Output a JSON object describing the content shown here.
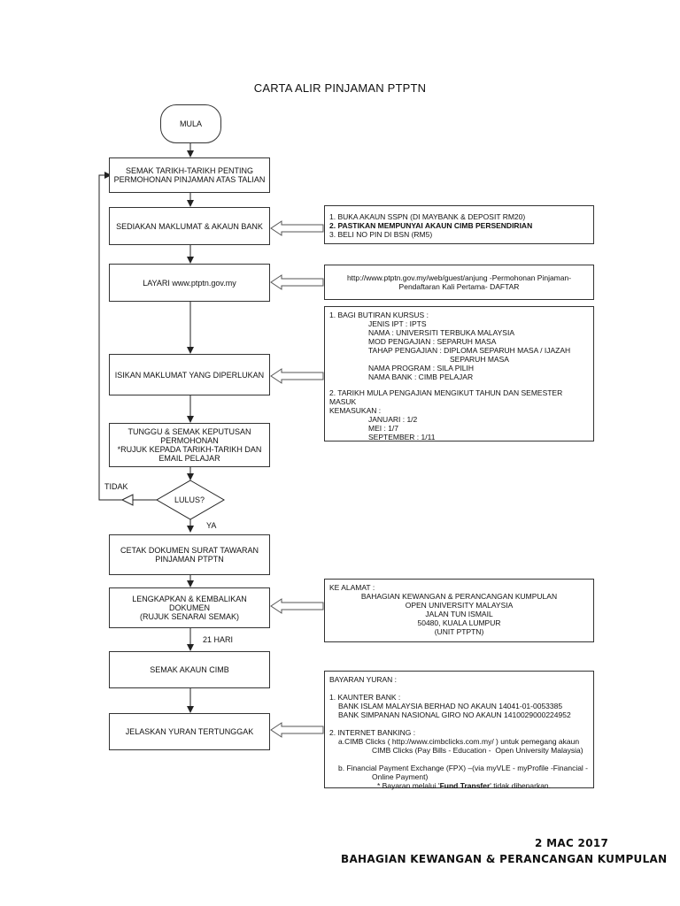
{
  "title": "CARTA ALIR PINJAMAN PTPTN",
  "start": "MULA",
  "steps": [
    [
      "SEMAK TARIKH-TARIKH PENTING",
      "PERMOHONAN PINJAMAN ATAS TALIAN"
    ],
    [
      "SEDIAKAN MAKLUMAT & AKAUN BANK"
    ],
    [
      "LAYARI www.ptptn.gov.my"
    ],
    [
      "ISIKAN MAKLUMAT YANG DIPERLUKAN"
    ],
    [
      "TUNGGU & SEMAK KEPUTUSAN",
      "PERMOHONAN",
      "*RUJUK KEPADA TARIKH-TARIKH DAN",
      "EMAIL PELAJAR"
    ],
    [
      "CETAK DOKUMEN SURAT TAWARAN",
      "PINJAMAN PTPTN"
    ],
    [
      "LENGKAPKAN & KEMBALIKAN DOKUMEN",
      "(RUJUK SENARAI SEMAK)"
    ],
    [
      "SEMAK AKAUN CIMB"
    ],
    [
      "JELASKAN YURAN TERTUNGGAK"
    ]
  ],
  "decision": "LULUS?",
  "labels": {
    "no": "TIDAK",
    "yes": "YA",
    "days": "21 HARI"
  },
  "notes": {
    "bank": [
      "1. BUKA AKAUN SSPN (DI MAYBANK & DEPOSIT RM20)",
      "2. PASTIKAN MEMPUNYAI AKAUN CIMB PERSENDIRIAN",
      "3. BELI NO PIN DI BSN (RM5)"
    ],
    "website": [
      "http://www.ptptn.gov.my/web/guest/anjung -Permohonan Pinjaman-",
      "Pendaftaran Kali Pertama- DAFTAR"
    ],
    "details": [
      "1. BAGI BUTIRAN KURSUS :",
      "JENIS IPT : IPTS",
      "NAMA : UNIVERSITI TERBUKA MALAYSIA",
      "MOD PENGAJIAN : SEPARUH MASA",
      "TAHAP PENGAJIAN : DIPLOMA SEPARUH MASA / IJAZAH",
      "SEPARUH MASA",
      "NAMA PROGRAM : SILA PILIH",
      "NAMA BANK : CIMB PELAJAR",
      "2. TARIKH MULA PENGAJIAN MENGIKUT TAHUN DAN SEMESTER",
      "MASUK",
      "KEMASUKAN :",
      "JANUARI : 1/2",
      "MEI : 1/7",
      "SEPTEMBER : 1/11"
    ],
    "address": [
      "KE ALAMAT :",
      "BAHAGIAN KEWANGAN & PERANCANGAN KUMPULAN",
      "OPEN UNIVERSITY MALAYSIA",
      "JALAN TUN ISMAIL",
      "50480, KUALA LUMPUR",
      "(UNIT PTPTN)"
    ],
    "payment": [
      "BAYARAN YURAN :",
      "1. KAUNTER BANK :",
      "BANK ISLAM MALAYSIA BERHAD NO AKAUN 14041-01-0053385",
      "BANK SIMPANAN NASIONAL GIRO NO AKAUN 1410029000224952",
      "2. INTERNET BANKING :",
      "a.CIMB Clicks ( http://www.cimbclicks.com.my/ ) untuk pemegang akaun",
      "CIMB Clicks (Pay Bills - Education -  Open University Malaysia)",
      "b. Financial Payment Exchange (FPX) –(via myVLE - myProfile -Financial -",
      "Online Payment)",
      "* Bayaran melalui '",
      "Fund Transfer",
      "' tidak dibenarkan."
    ]
  },
  "footer": {
    "date": "2 MAC 2017",
    "department": "BAHAGIAN KEWANGAN & PERANCANGAN KUMPULAN"
  }
}
